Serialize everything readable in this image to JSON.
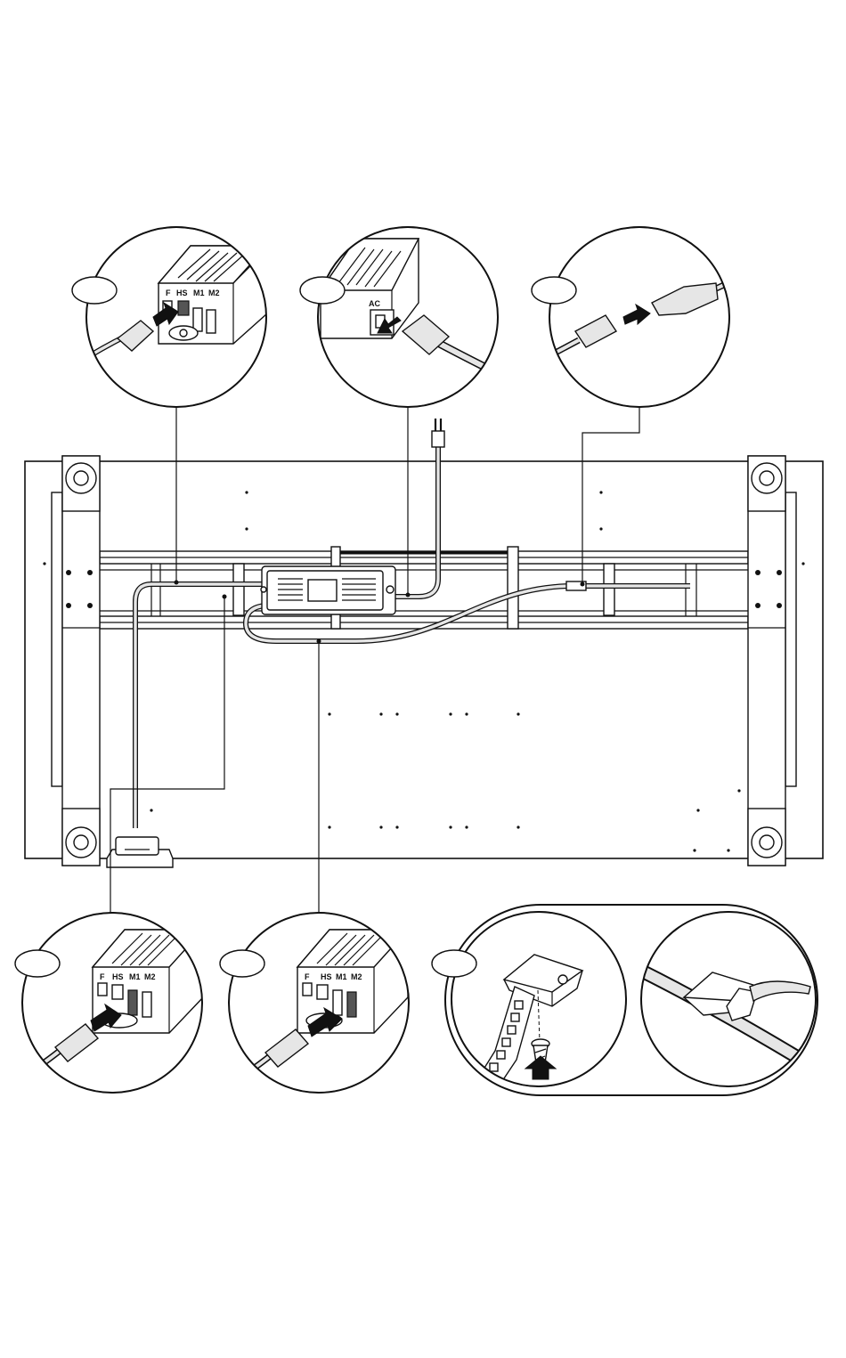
{
  "detail_callouts": [
    {
      "id": "A",
      "ports": [
        "F",
        "HS",
        "M1",
        "M2"
      ]
    },
    {
      "id": "B",
      "port": "AC"
    },
    {
      "id": "C"
    },
    {
      "id": "D",
      "ports": [
        "F",
        "HS",
        "M1",
        "M2"
      ]
    },
    {
      "id": "E",
      "ports": [
        "F",
        "HS",
        "M1",
        "M2"
      ]
    },
    {
      "id": "F"
    }
  ],
  "colors": {
    "ink": "#111111",
    "paper": "#ffffff",
    "cable": "#e6e6e6",
    "arrow": "#111111"
  },
  "icons": [
    "control-box",
    "rj-connector",
    "power-plug",
    "motor-cable-connector",
    "cable-clip",
    "screw",
    "push-arrow"
  ]
}
